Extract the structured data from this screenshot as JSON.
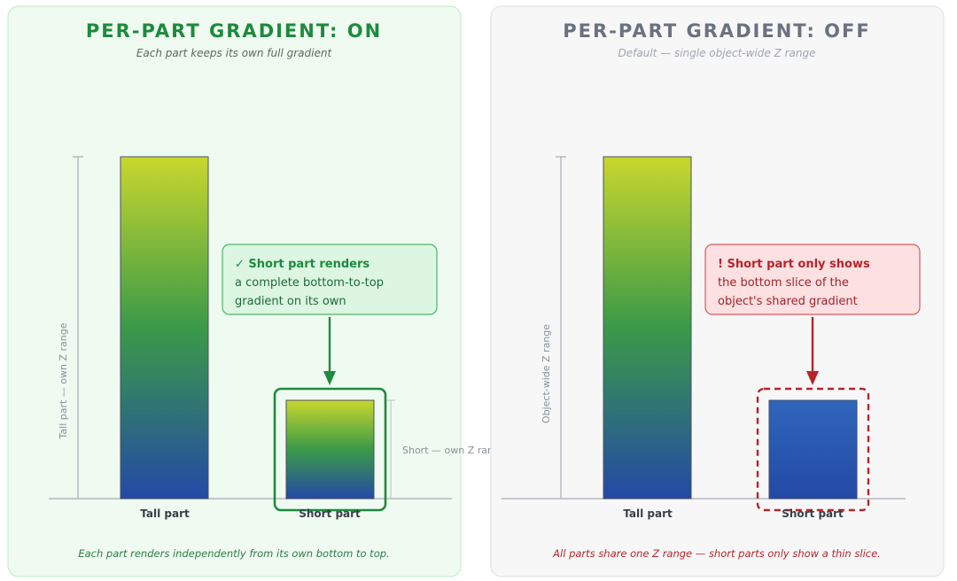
{
  "panels": {
    "on": {
      "title": "PER-PART GRADIENT: ON",
      "subtitle": "Each part keeps its own full gradient",
      "axis_label_tall": "Tall part — own Z range",
      "axis_label_short": "Short — own Z range",
      "bar_labels": [
        "Tall part",
        "Short part"
      ],
      "callout": [
        "✓ Short part renders",
        "a complete bottom-to-top",
        "gradient on its own"
      ],
      "footer": "Each part renders independently from its own bottom to top."
    },
    "off": {
      "title": "PER-PART GRADIENT: OFF",
      "subtitle": "Default — single object-wide Z range",
      "axis_label": "Object-wide Z range",
      "bar_labels": [
        "Tall part",
        "Short part"
      ],
      "callout": [
        "! Short part only shows",
        "the bottom slice of the",
        "object's shared gradient"
      ],
      "footer": "All parts share one Z range — short parts only show a thin slice."
    }
  },
  "colors": {
    "on_accent": "#1e8a3e",
    "on_panel_bg": "#effaf1",
    "on_panel_border": "#bfe8c8",
    "on_callout_bg": "#dcf6e2",
    "off_accent": "#b5252b",
    "off_title": "#6a7280",
    "off_panel_bg": "#f7f7f8",
    "off_panel_border": "#dedfe3",
    "off_callout_bg": "#fde0e1",
    "off_short_bar": "#2f63b8",
    "gradient_top": "#c8d72e",
    "gradient_mid": "#3b9a48",
    "gradient_bottom": "#2349a6"
  }
}
